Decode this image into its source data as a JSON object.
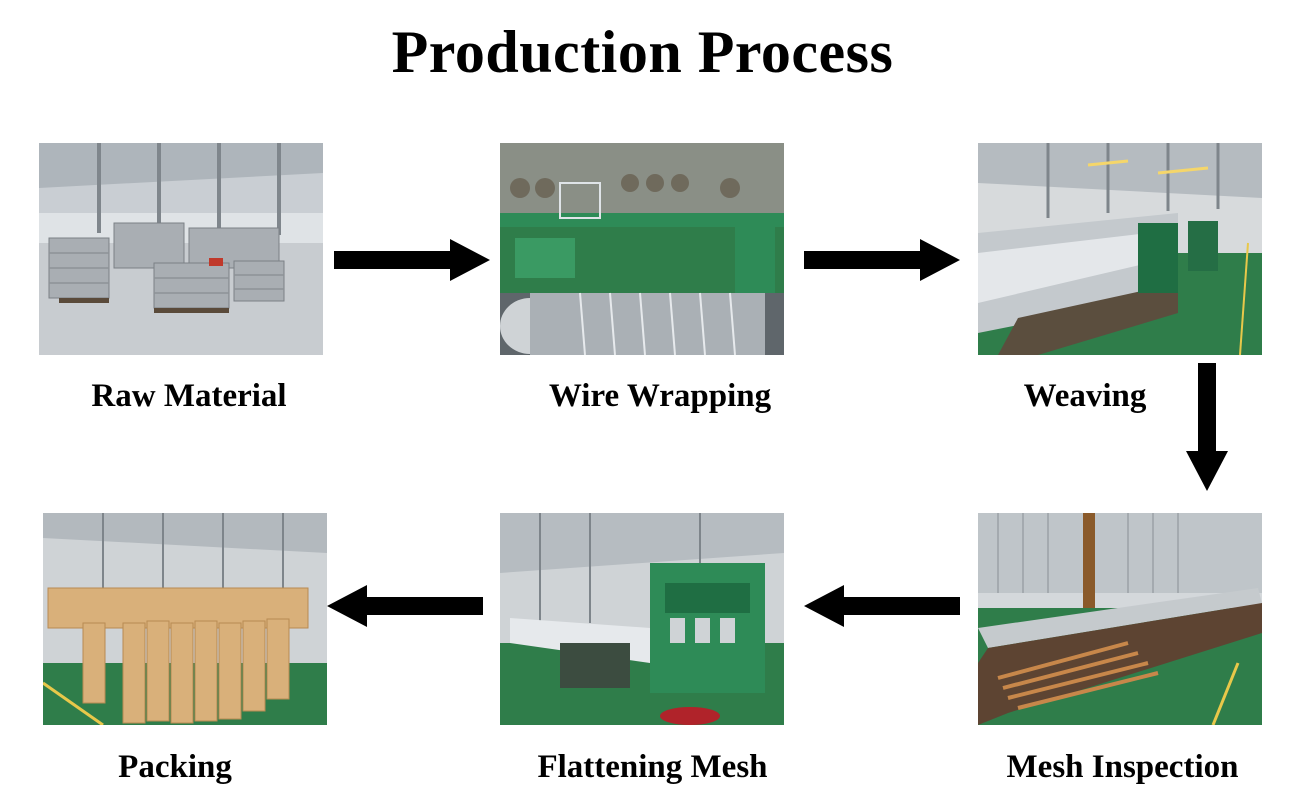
{
  "title": "Production Process",
  "steps": [
    {
      "label": "Raw Material"
    },
    {
      "label": "Wire Wrapping"
    },
    {
      "label": "Weaving"
    },
    {
      "label": "Mesh Inspection"
    },
    {
      "label": "Flattening Mesh"
    },
    {
      "label": "Packing"
    }
  ],
  "colors": {
    "arrow": "#000000",
    "factory_floor_green": "#2f7d4a",
    "machine_green": "#2e8b57",
    "kraft_paper": "#d9b07a",
    "steel": "#b8bcc2"
  }
}
